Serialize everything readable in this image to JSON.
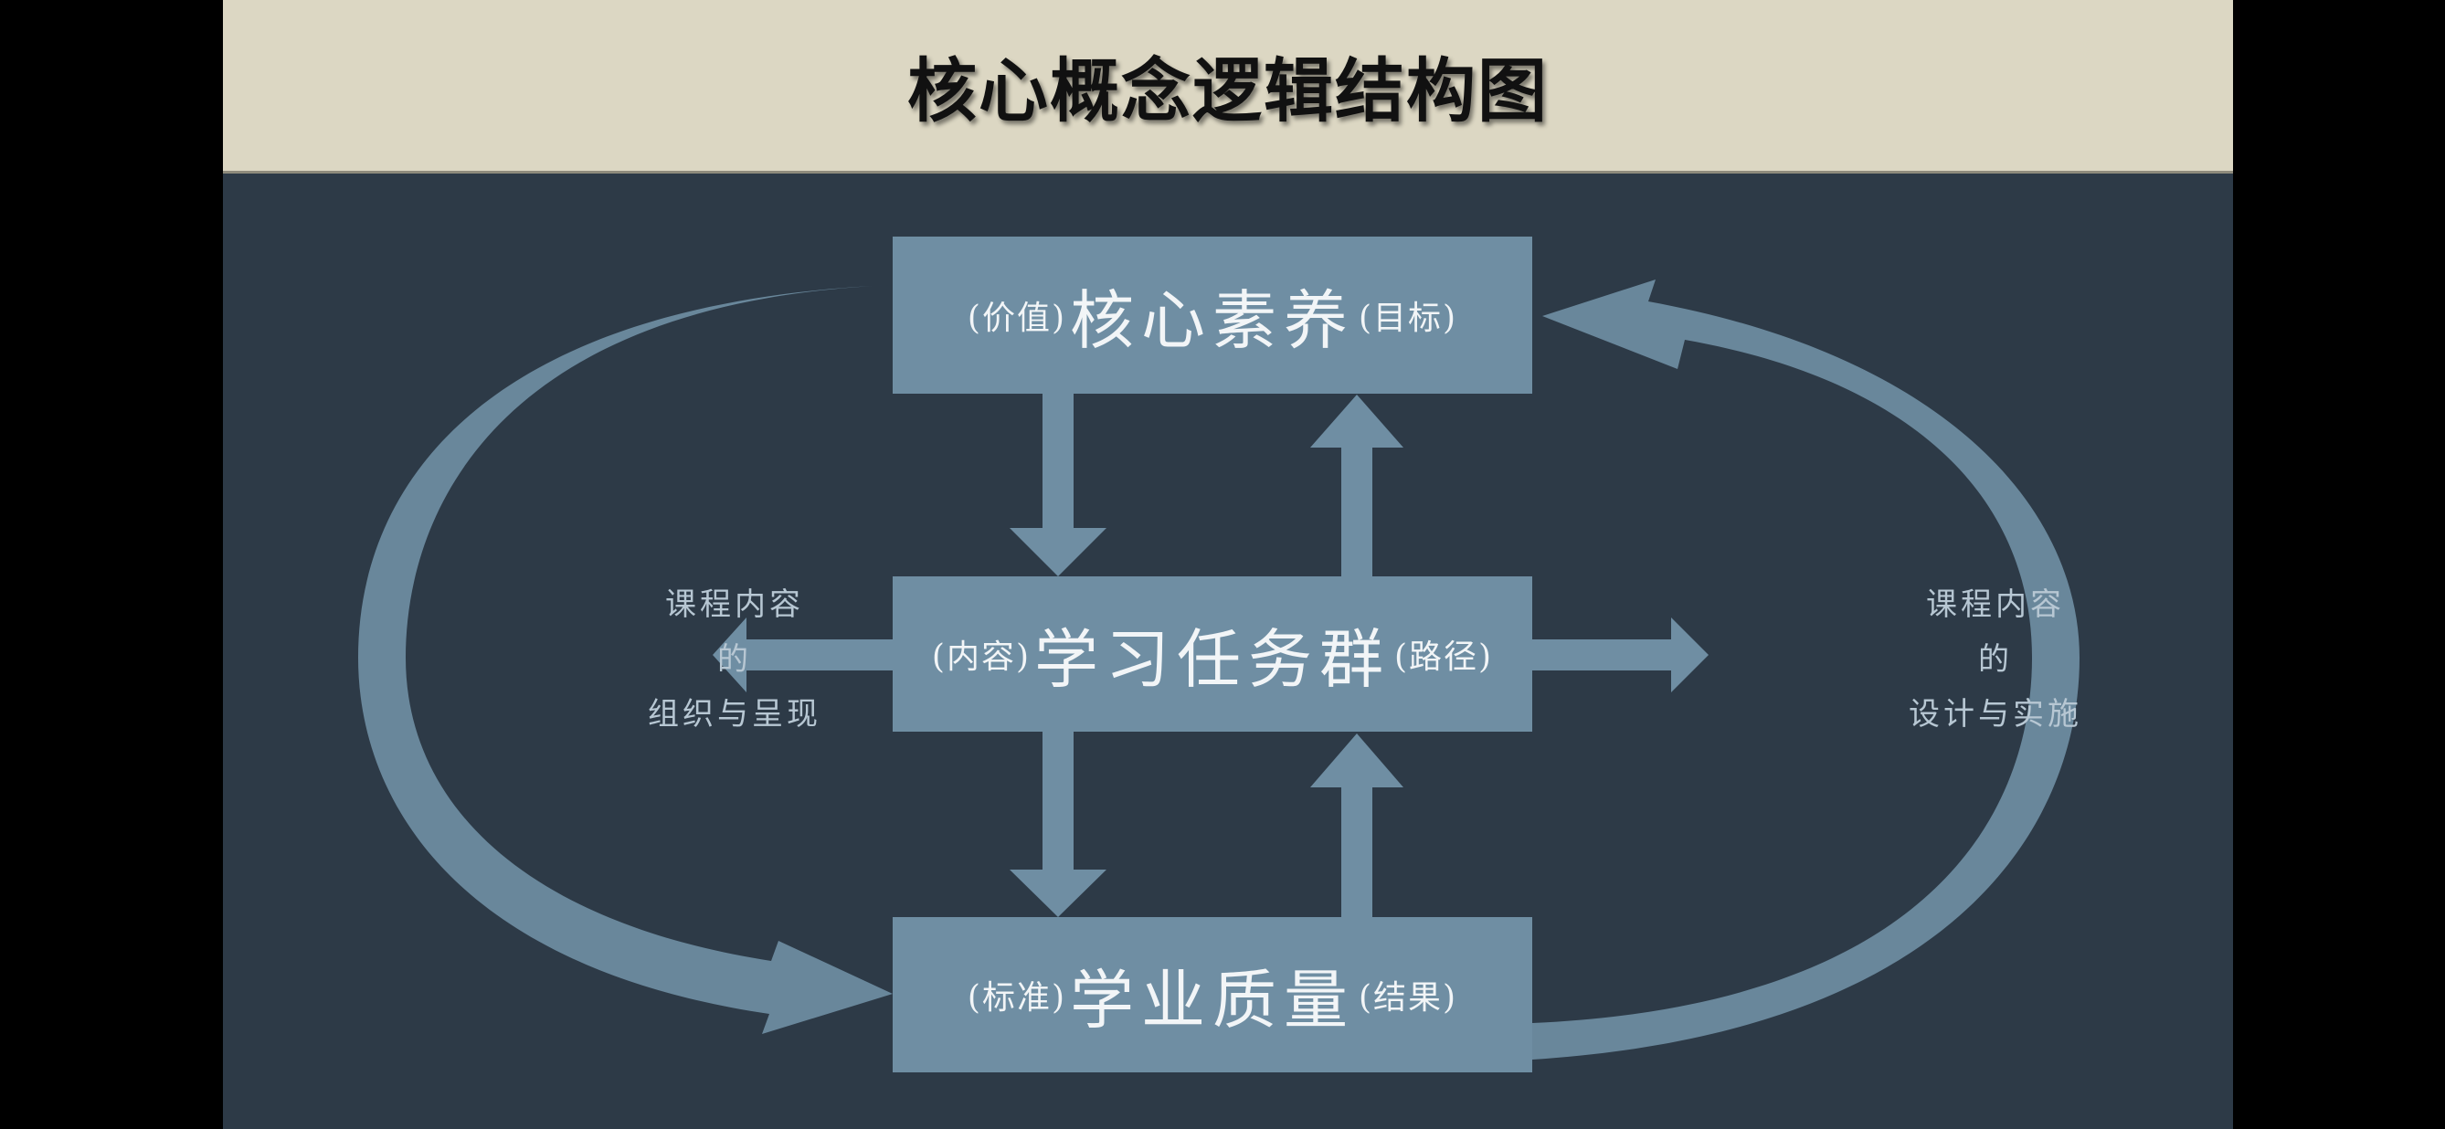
{
  "title": "核心概念逻辑结构图",
  "nodes": {
    "top": {
      "prefix": "(价值)",
      "main": "核心素养",
      "suffix": "(目标)"
    },
    "mid": {
      "prefix": "(内容)",
      "main": "学习任务群",
      "suffix": "(路径)"
    },
    "bot": {
      "prefix": "(标准)",
      "main": "学业质量",
      "suffix": "(结果)"
    }
  },
  "left_label": {
    "line1": "课程内容",
    "line2": "的",
    "line3": "组织与呈现"
  },
  "right_label": {
    "line1": "课程内容",
    "line2": "的",
    "line3": "设计与实施"
  },
  "colors": {
    "slide_background": "#2d3a47",
    "title_band": "#dcd7c3",
    "box_fill": "#6f8ea3",
    "arrow_fill": "#6f8ea3",
    "label_text": "#b7c7d3"
  }
}
